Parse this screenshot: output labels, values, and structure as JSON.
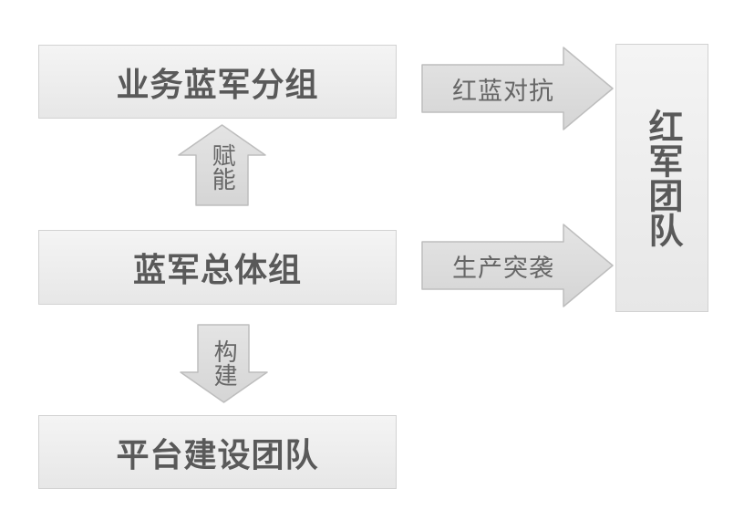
{
  "diagram": {
    "background_color": "#ffffff",
    "node_fill_top": "#f4f4f4",
    "node_fill_bottom": "#e7e7e7",
    "node_border_color": "#d2d2d2",
    "node_text_color": "#595959",
    "arrow_fill_top": "#e3e3e3",
    "arrow_fill_bottom": "#d6d6d6",
    "arrow_border_color": "#bdbdbd",
    "arrow_text_color": "#666666"
  },
  "nodes": {
    "business_blue_group": {
      "label": "业务蓝军分组"
    },
    "blue_overall_group": {
      "label": "蓝军总体组"
    },
    "platform_team": {
      "label": "平台建设团队"
    },
    "red_team": {
      "label": "红军团队"
    }
  },
  "arrows": {
    "empower": {
      "label": "赋能",
      "direction": "up",
      "from": "blue_overall_group",
      "to": "business_blue_group"
    },
    "build": {
      "label": "构建",
      "direction": "down",
      "from": "blue_overall_group",
      "to": "platform_team"
    },
    "confrontation": {
      "label": "红蓝对抗",
      "direction": "right",
      "from": "business_blue_group",
      "to": "red_team"
    },
    "raid": {
      "label": "生产突袭",
      "direction": "right",
      "from": "blue_overall_group",
      "to": "red_team"
    }
  }
}
